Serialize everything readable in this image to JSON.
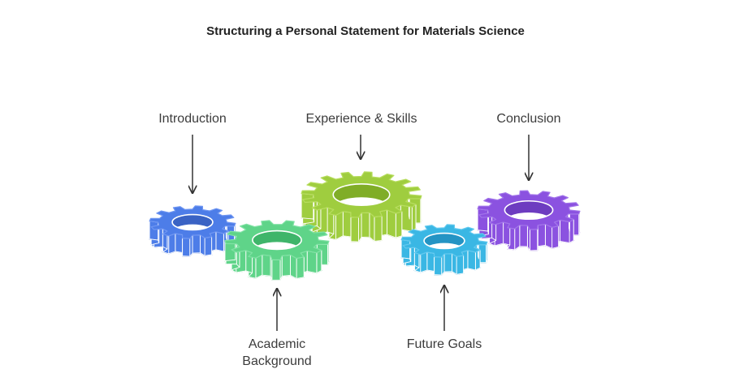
{
  "title": "Structuring a Personal Statement for Materials Science",
  "stages": [
    {
      "label_lines": [
        "Introduction"
      ],
      "color": "#4d7de8",
      "side": "#3a63c4",
      "rim": "#6f96f2"
    },
    {
      "label_lines": [
        "Academic",
        "Background"
      ],
      "color": "#5fd489",
      "side": "#3fb56a",
      "rim": "#80e2a4"
    },
    {
      "label_lines": [
        "Experience & Skills"
      ],
      "color": "#9fcd3f",
      "side": "#80ad27",
      "rim": "#b7dd5e"
    },
    {
      "label_lines": [
        "Future Goals"
      ],
      "color": "#3ab7e4",
      "side": "#2494c4",
      "rim": "#62c9ef"
    },
    {
      "label_lines": [
        "Conclusion"
      ],
      "color": "#8b52e0",
      "side": "#6d3cc0",
      "rim": "#a274ea"
    }
  ]
}
